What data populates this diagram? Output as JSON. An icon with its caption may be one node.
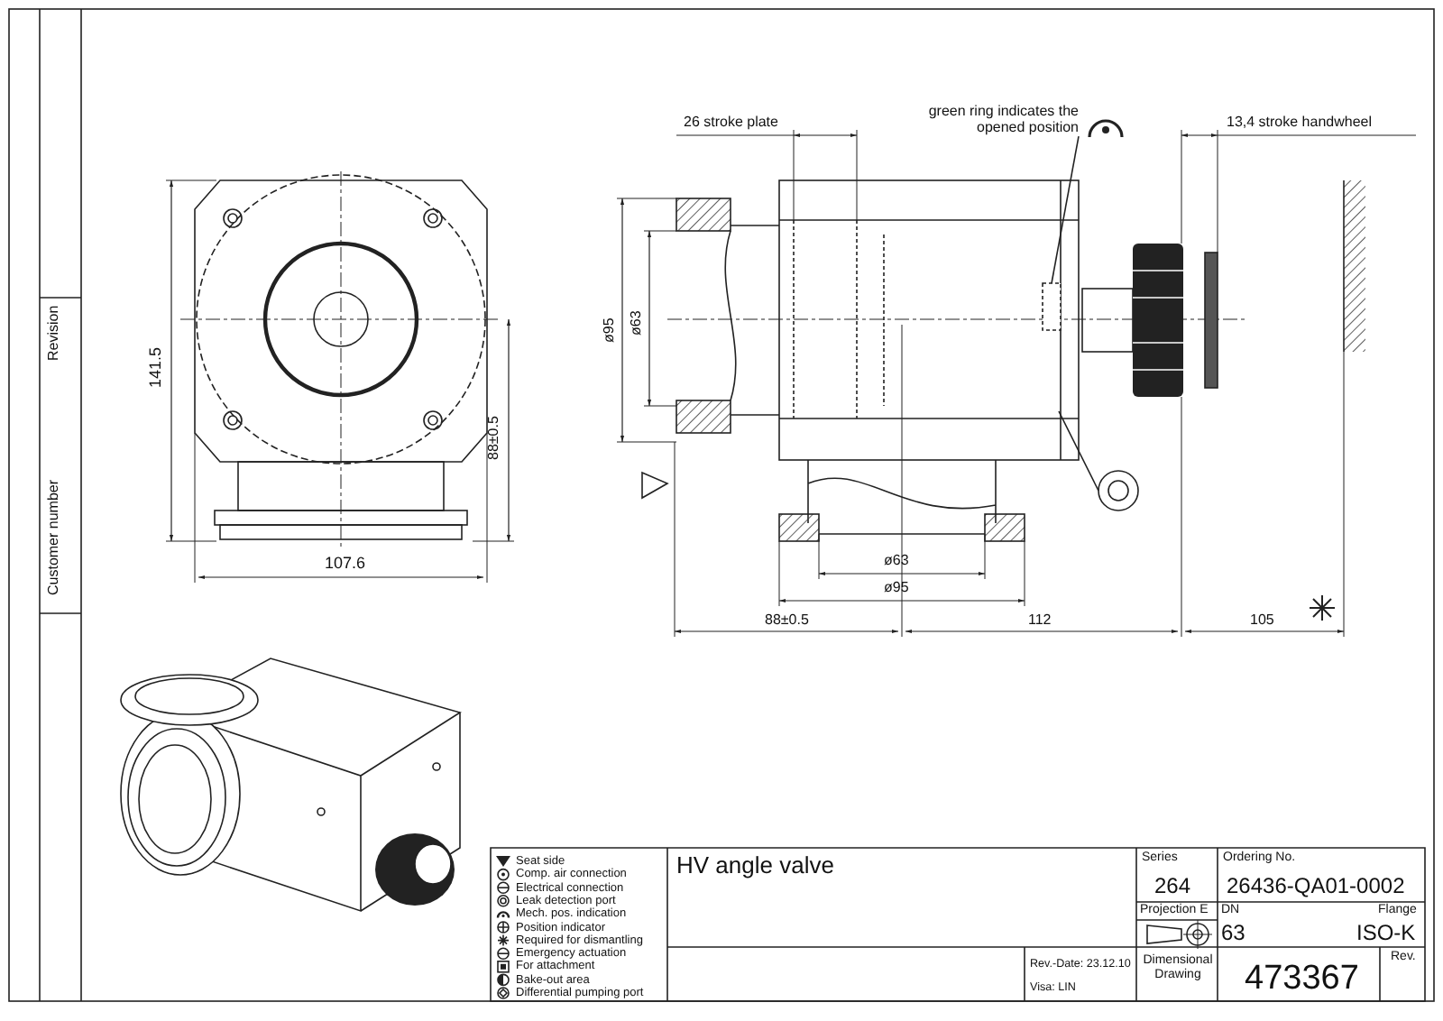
{
  "diagram": {
    "nodes": [
      {
        "text": [
          "green ring indicates the opened position"
        ]
      },
      {
        "text": [],
        "shape": "box"
      },
      {
        "text": [],
        "shape": "circle"
      }
    ],
    "edges": [
      {
        "from": 0,
        "to": 1,
        "arrow": "none"
      },
      {
        "from": 2,
        "to": null,
        "arrow": "none"
      }
    ],
    "labels": [
      "Revision",
      "Customer number",
      "141.5",
      "88±0.5",
      "107.6",
      "26 stroke plate",
      "13,4 stroke handwheel",
      "ø95",
      "ø63",
      "ø63",
      "ø95",
      "88±0.5",
      "112",
      "105",
      "HV angle valve",
      "Series",
      "264",
      "Ordering No.",
      "26436-QA01-0002",
      "Projection E",
      "DN",
      "Flange",
      "63",
      "ISO-K",
      "Rev.-Date: 23.12.10",
      "Visa: LIN",
      "Dimensional Drawing",
      "473367",
      "Rev."
    ],
    "legend": [
      {
        "text": "Seat side"
      },
      {
        "text": "Comp. air connection"
      },
      {
        "text": "Electrical connection"
      },
      {
        "text": "Leak detection port"
      },
      {
        "text": "Mech. pos. indication"
      },
      {
        "text": "Position indicator"
      },
      {
        "text": "Required for dismantling"
      },
      {
        "text": "Emergency actuation"
      },
      {
        "text": "For attachment"
      },
      {
        "text": "Bake-out area"
      },
      {
        "text": "Differential pumping port"
      }
    ]
  }
}
